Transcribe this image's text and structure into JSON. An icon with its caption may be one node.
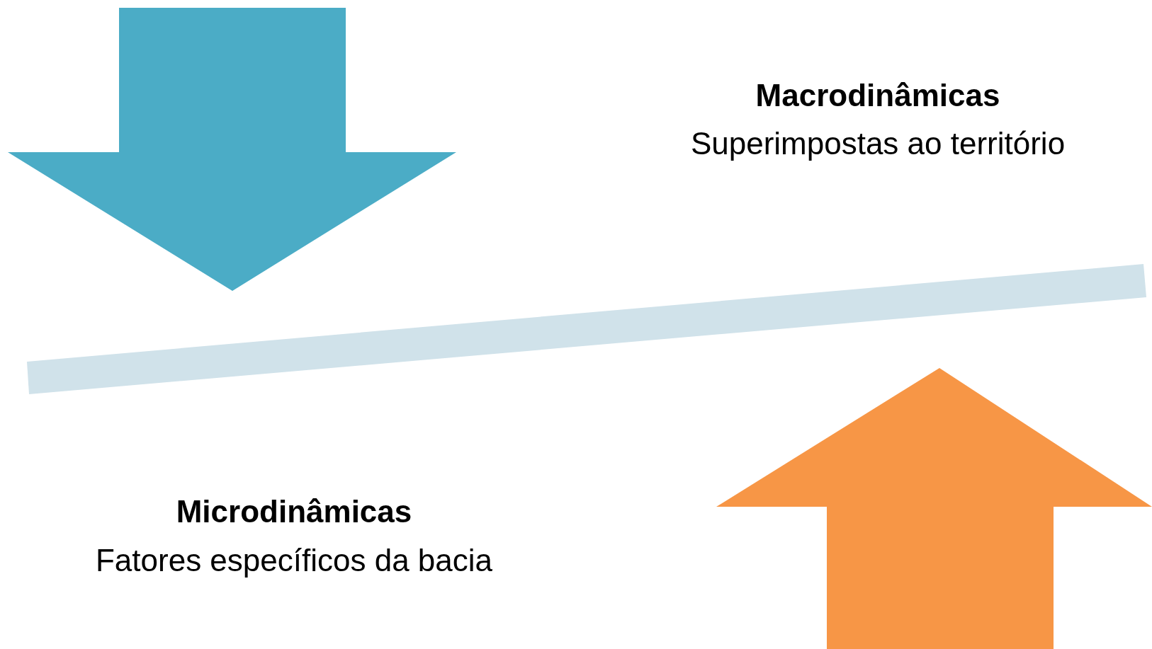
{
  "diagram": {
    "nodes": [
      {
        "text": [],
        "shape": "bar"
      }
    ],
    "labels": [
      "Macrodinâmicas",
      "Superimpostas ao território",
      "Microdinâmicas",
      "Fatores específicos da bacia"
    ]
  }
}
